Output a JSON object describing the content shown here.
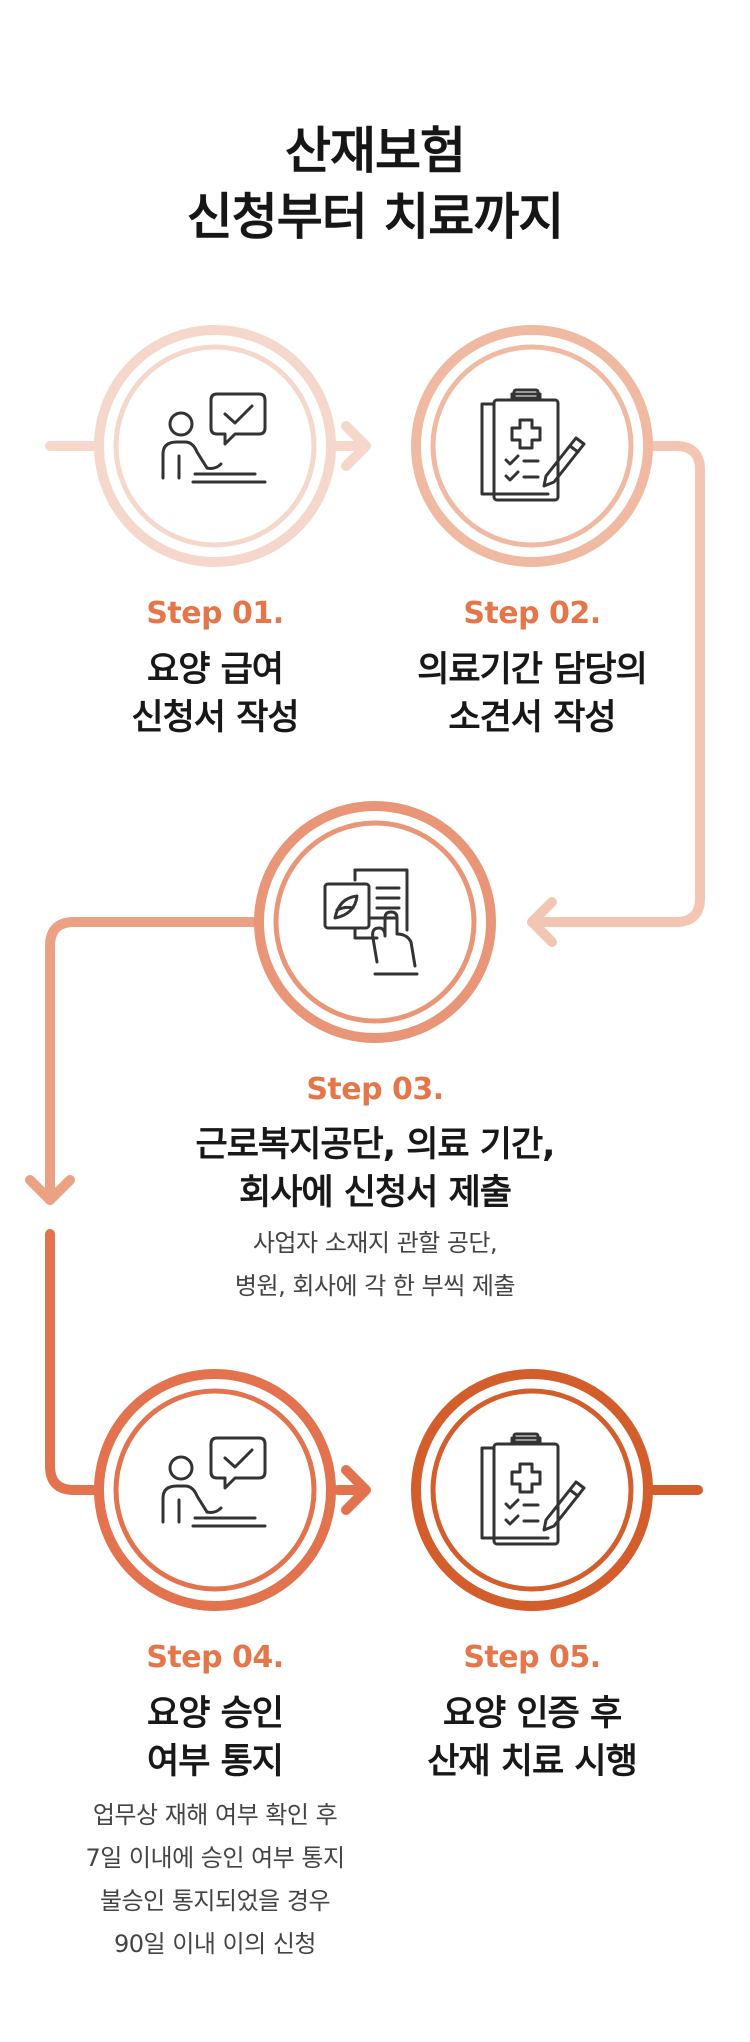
{
  "page": {
    "title_line1": "산재보험",
    "title_line2": "신청부터 치료까지"
  },
  "colors": {
    "step1": "#f6d7cb",
    "step2": "#f0b9a2",
    "step3": "#e99678",
    "step4": "#e2734e",
    "step5": "#d45d2c",
    "label_accent": "#e5764a",
    "icon_stroke": "#333333"
  },
  "steps": [
    {
      "label": "Step 01.",
      "title_lines": [
        "요양 급여",
        "신청서 작성"
      ],
      "desc_lines": [],
      "icon": "person-chat-icon"
    },
    {
      "label": "Step 02.",
      "title_lines": [
        "의료기간 담당의",
        "소견서 작성"
      ],
      "desc_lines": [],
      "icon": "medical-clipboard-icon"
    },
    {
      "label": "Step 03.",
      "title_lines": [
        "근로복지공단, 의료 기간,",
        "회사에 신청서 제출"
      ],
      "desc_lines": [
        "사업자 소재지 관할 공단,",
        "병원, 회사에 각 한 부씩 제출"
      ],
      "icon": "hand-document-icon"
    },
    {
      "label": "Step 04.",
      "title_lines": [
        "요양 승인",
        "여부 통지"
      ],
      "desc_lines": [
        "업무상 재해 여부 확인 후",
        "7일 이내에 승인 여부 통지",
        "불승인 통지되었을 경우",
        "90일 이내 이의 신청"
      ],
      "icon": "person-chat-icon"
    },
    {
      "label": "Step 05.",
      "title_lines": [
        "요양 인증 후",
        "산재 치료 시행"
      ],
      "desc_lines": [],
      "icon": "medical-clipboard-icon"
    }
  ]
}
